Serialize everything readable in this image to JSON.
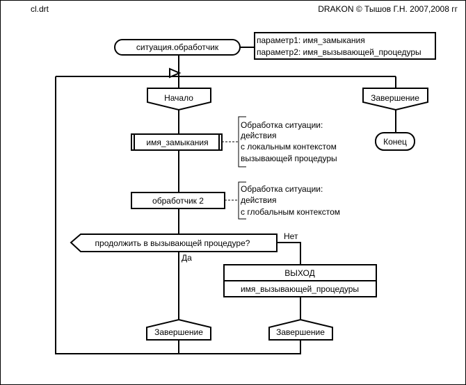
{
  "header": {
    "filename": "cl.drt",
    "copyright": "DRAKON © Тышов Г.Н. 2007,2008 гг"
  },
  "diagram": {
    "title": "ситуация.обработчик",
    "params": [
      "параметр1: имя_замыкания",
      "параметр2: имя_вызывающей_процедуры"
    ],
    "branch_start": "Начало",
    "branch_end_top": "Завершение",
    "end_label": "Конец",
    "closure_call": "имя_замыкания",
    "comment1": [
      "Обработка ситуации:",
      "действия",
      "с локальным  контекстом",
      "вызывающей процедуры"
    ],
    "handler2": "обработчик 2",
    "comment2": [
      "Обработка ситуации:",
      "действия",
      "с глобальным контекстом"
    ],
    "question": "продолжить в вызывающей процедуре?",
    "yes_label": "Да",
    "no_label": "Нет",
    "exit_title": "ВЫХОД",
    "exit_arg": "имя_вызывающей_процедуры",
    "end_left": "Завершение",
    "end_right": "Завершение"
  }
}
